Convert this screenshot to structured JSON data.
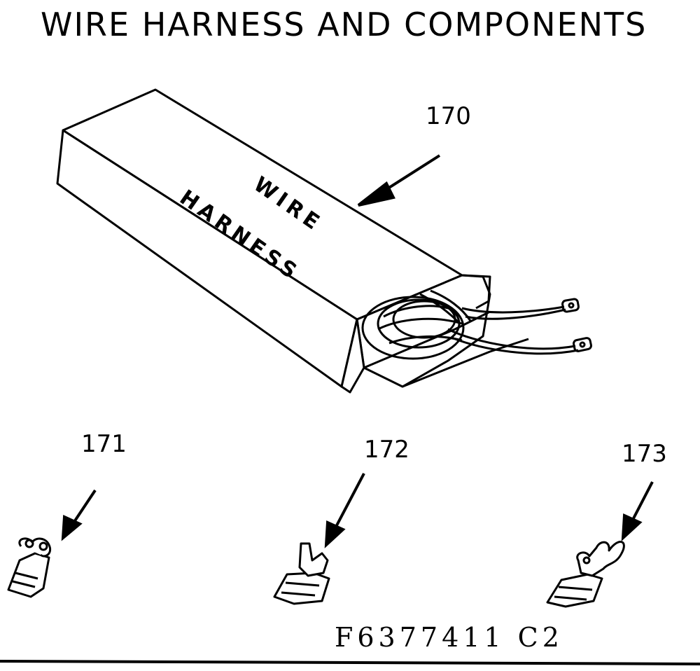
{
  "title": "WIRE HARNESS AND COMPONENTS",
  "box_label": {
    "line1": "WIRE",
    "line2": "HARNESS"
  },
  "callouts": {
    "c170": "170",
    "c171": "171",
    "c172": "172",
    "c173": "173"
  },
  "drawing_code": "F6377411 C2"
}
